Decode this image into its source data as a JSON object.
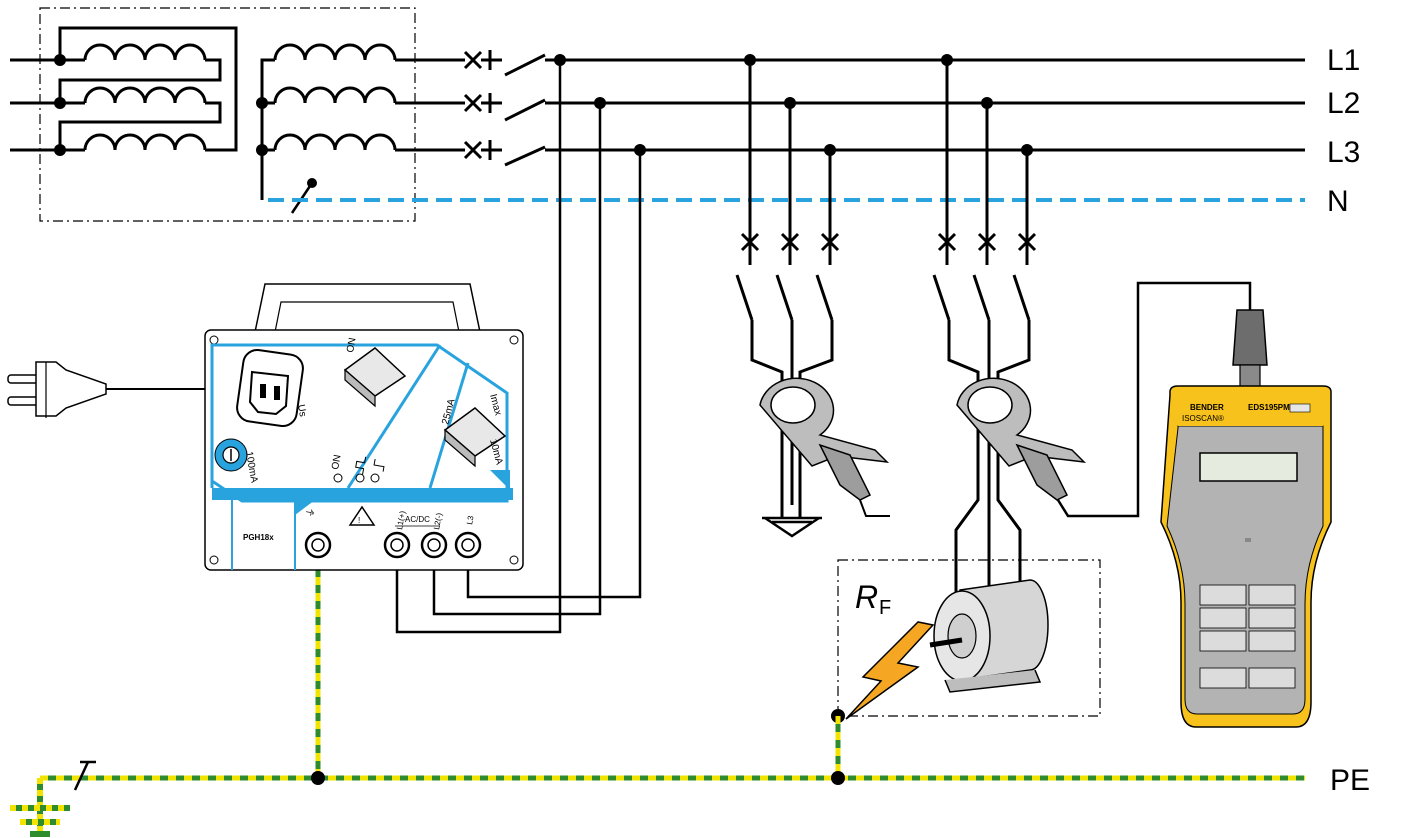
{
  "lines": {
    "l1": "L1",
    "l2": "L2",
    "l3": "L3",
    "n": "N",
    "pe": "PE"
  },
  "fault": {
    "r": "R",
    "sub": "F"
  },
  "pgh": {
    "model": "PGH18x",
    "us": "Us",
    "on_switch": "ON",
    "on_lamp": "ON",
    "fuse": "100mA",
    "i25": "25mA",
    "imax": "Imax",
    "i10": "10mA",
    "earth_symbol": "⏚",
    "term_l1": "L1(+)",
    "term_l2": "L2(-)",
    "term_l3": "L3",
    "acdc": "AC/DC"
  },
  "eds": {
    "brand": "BENDER",
    "model": "EDS195PM",
    "name": "ISOSCAN®"
  },
  "colors": {
    "blue": "#29a3dd",
    "pe_green": "#2e8b2e",
    "pe_yellow": "#f2e400",
    "device_gray": "#b3b3b3",
    "eds_yellow": "#f7c21b",
    "lightning": "#f5a623"
  }
}
